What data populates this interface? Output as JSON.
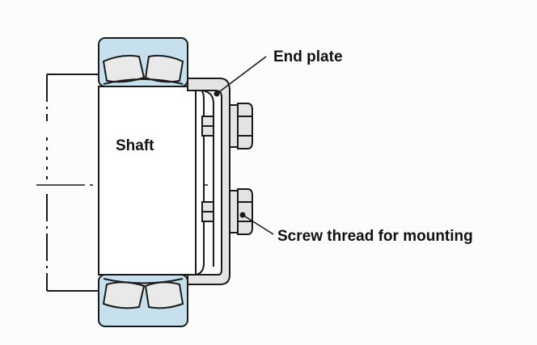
{
  "labels": {
    "shaft": "Shaft",
    "end_plate": "End plate",
    "screw_thread": "Screw thread for mounting"
  },
  "colors": {
    "bearing_fill": "#c7e0ee",
    "part_fill": "#e4e4e4",
    "roller_fill": "#e9e9e9",
    "line": "#1a1a1a"
  }
}
